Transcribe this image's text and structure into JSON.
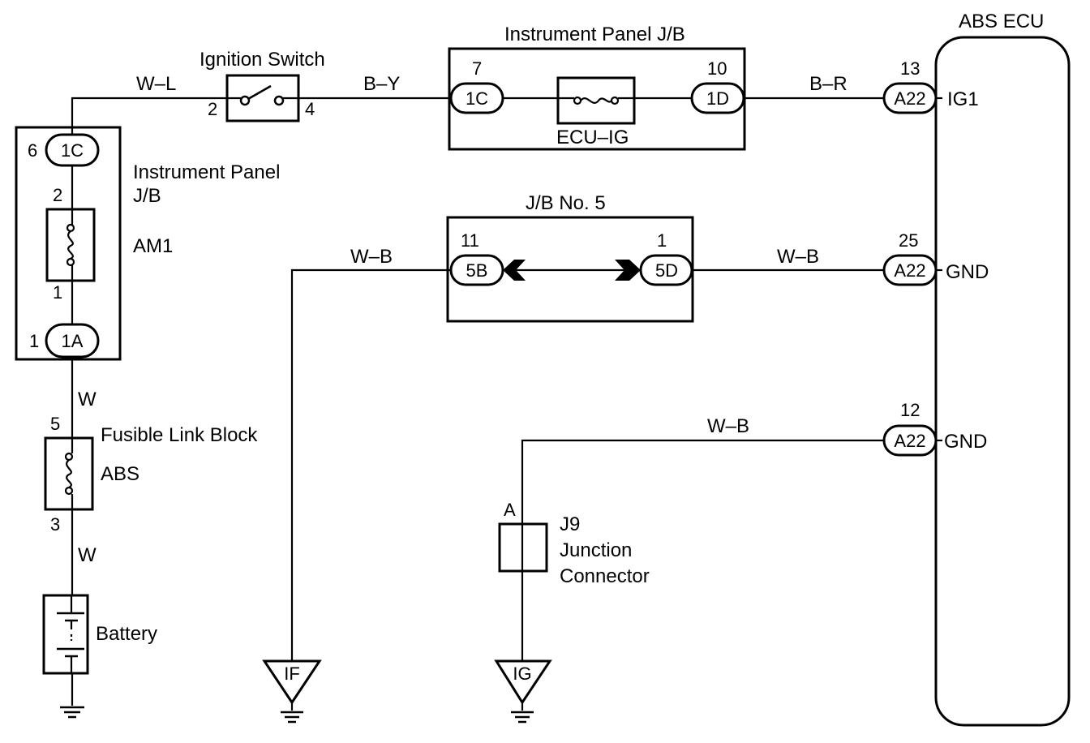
{
  "components": {
    "ignition_switch": {
      "label": "Ignition Switch",
      "pin_in": "2",
      "pin_out": "4"
    },
    "ip_jb_left": {
      "label_line1": "Instrument Panel",
      "label_line2": "J/B",
      "top_pin": "6",
      "top_connector": "1C",
      "fuse_pin_top": "2",
      "fuse_pin_bottom": "1",
      "fuse_label": "AM1",
      "bottom_pin": "1",
      "bottom_connector": "1A"
    },
    "ip_jb_top": {
      "label": "Instrument Panel J/B",
      "left_pin": "7",
      "left_connector": "1C",
      "fuse_label": "ECU–IG",
      "right_pin": "10",
      "right_connector": "1D"
    },
    "jb5": {
      "label": "J/B No. 5",
      "left_pin": "11",
      "left_connector": "5B",
      "right_pin": "1",
      "right_connector": "5D"
    },
    "fusible_link": {
      "label": "Fusible Link Block",
      "fuse_label": "ABS",
      "pin_top": "5",
      "pin_bottom": "3"
    },
    "battery": {
      "label": "Battery"
    },
    "junction_connector": {
      "code": "J9",
      "label_line1": "Junction",
      "label_line2": "Connector",
      "pin": "A"
    },
    "abs_ecu": {
      "label": "ABS ECU",
      "pins": [
        {
          "pin": "13",
          "connector": "A22",
          "signal": "IG1"
        },
        {
          "pin": "25",
          "connector": "A22",
          "signal": "GND"
        },
        {
          "pin": "12",
          "connector": "A22",
          "signal": "GND"
        }
      ]
    },
    "grounds": {
      "ground_if": "IF",
      "ground_ig": "IG"
    }
  },
  "wires": {
    "to_ignition": "W–L",
    "ignition_to_jb": "B–Y",
    "jb_to_ecu": "B–R",
    "jb5_left": "W–B",
    "jb5_right": "W–B",
    "gnd_junction": "W–B",
    "jb_to_fusible": "W",
    "fusible_to_battery": "W"
  }
}
